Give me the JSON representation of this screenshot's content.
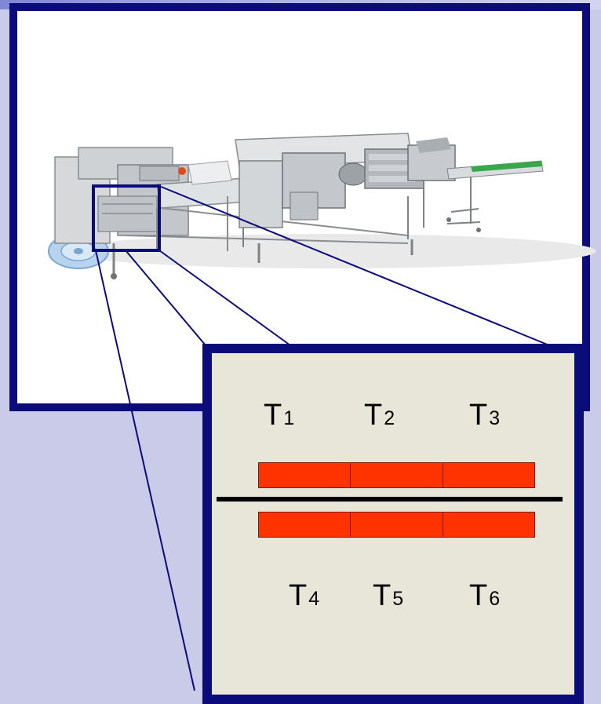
{
  "machine_photo": {
    "description_icon": "packaging-machine-illustration"
  },
  "zoom_detail": {
    "top_labels": [
      {
        "letter": "T",
        "index": "1"
      },
      {
        "letter": "T",
        "index": "2"
      },
      {
        "letter": "T",
        "index": "3"
      }
    ],
    "bottom_labels": [
      {
        "letter": "T",
        "index": "4"
      },
      {
        "letter": "T",
        "index": "5"
      },
      {
        "letter": "T",
        "index": "6"
      }
    ]
  },
  "colors": {
    "frame": "#0b0b7a",
    "heater": "#ff3300",
    "panel": "#e8e5d9",
    "background": "#c9cbe8"
  }
}
